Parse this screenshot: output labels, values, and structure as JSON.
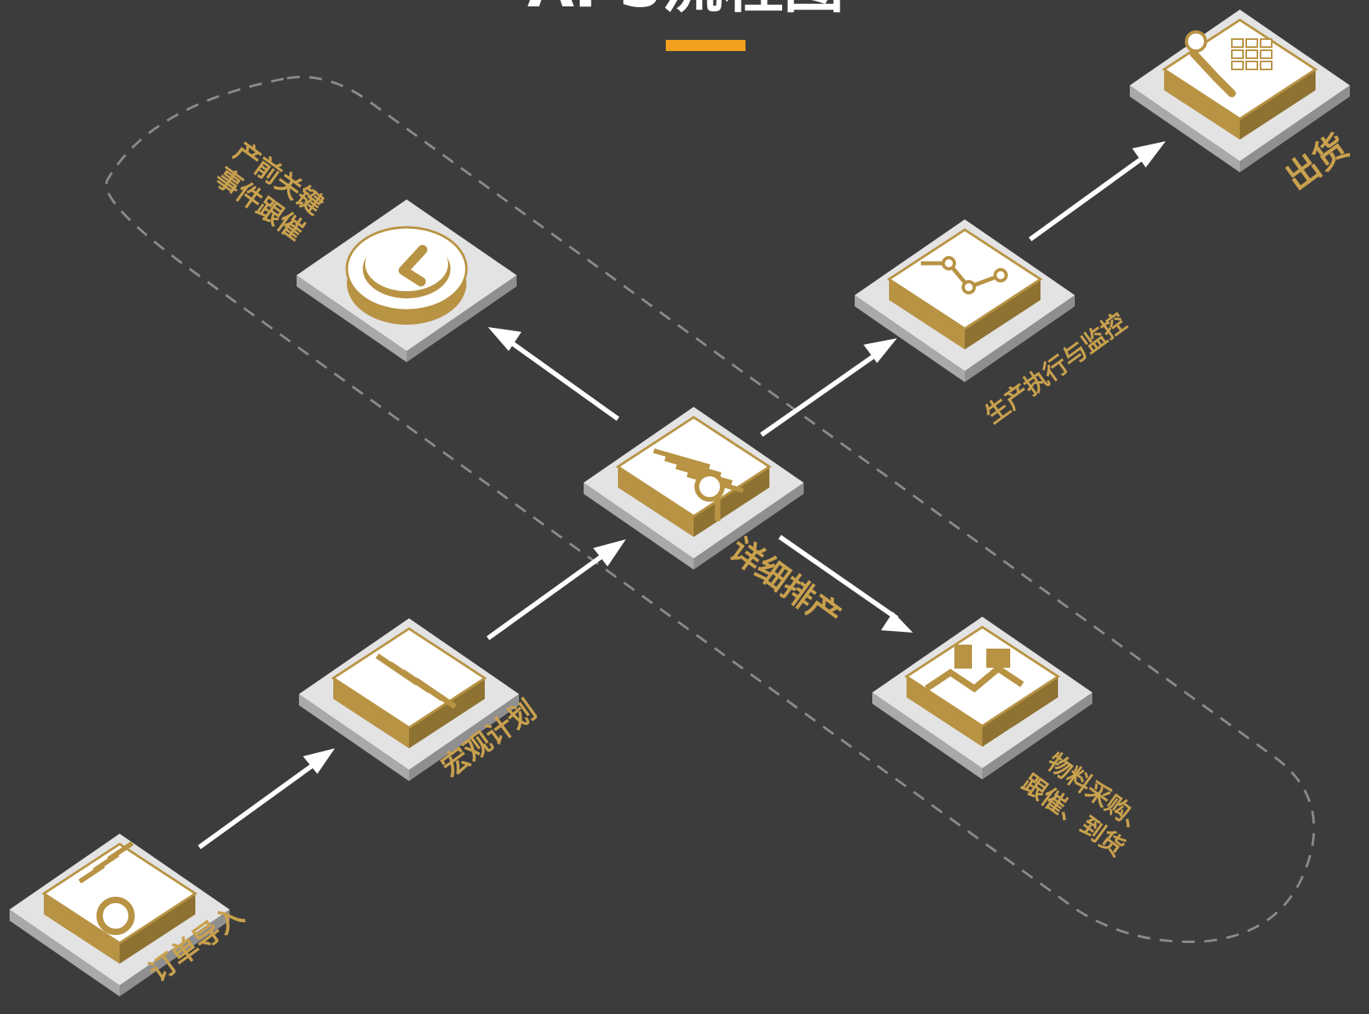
{
  "title": "APS流程图",
  "colors": {
    "background": "#3c3c3c",
    "accent": "#f0a01e",
    "gold": "#b89344",
    "gold_text": "#c9a14e",
    "platform": "#e3e3e3",
    "platform_side": "#a9a9a9",
    "arrow": "#ffffff",
    "dashed": "#8a8a8a"
  },
  "nodes": [
    {
      "id": "order_import",
      "label": "订单导入",
      "icon": "document-gear-icon"
    },
    {
      "id": "macro_plan",
      "label": "宏观计划",
      "icon": "bar-list-icon"
    },
    {
      "id": "detailed_scheduling",
      "label": "详细排产",
      "icon": "document-search-icon"
    },
    {
      "id": "key_event_tracking",
      "label_lines": [
        "产前关键",
        "事件跟催"
      ],
      "icon": "clock-icon"
    },
    {
      "id": "production_monitoring",
      "label": "生产执行与监控",
      "icon": "monitor-chart-icon"
    },
    {
      "id": "material_procurement",
      "label_lines": [
        "物料采购、",
        "跟催、到货"
      ],
      "icon": "factory-icon"
    },
    {
      "id": "shipment",
      "label": "出货",
      "icon": "worker-cart-icon"
    }
  ]
}
